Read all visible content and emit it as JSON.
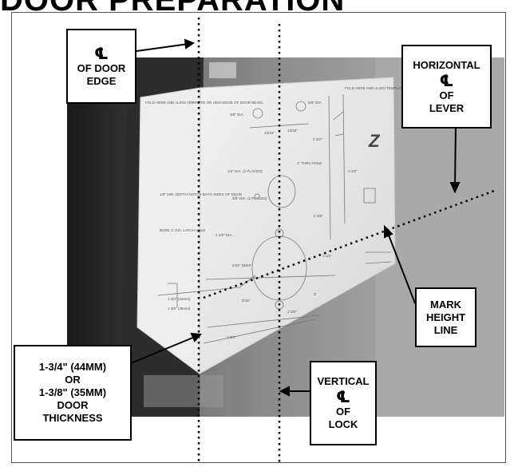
{
  "heading": "DOOR PREPARATION",
  "centerline_symbol": "℄",
  "callouts": {
    "door_edge": {
      "l2": "OF DOOR",
      "l3": "EDGE"
    },
    "horizontal_lever": {
      "l1": "HORIZONTAL",
      "l3": "OF",
      "l4": "LEVER"
    },
    "mark_height": {
      "l1": "MARK",
      "l2": "HEIGHT",
      "l3": "LINE"
    },
    "door_thickness": {
      "l1": "1-3/4\" (44MM)",
      "l2": "OR",
      "l3": "1-3/8\" (35MM)",
      "l4": "DOOR",
      "l5": "THICKNESS"
    },
    "vertical_lock": {
      "l1": "VERTICAL",
      "l3": "OF",
      "l4": "LOCK"
    }
  },
  "template_text": {
    "fold_left": "FOLD HERE AND ALIGN TEMPLATE ON HIGH EDGE OF DOOR BEVEL",
    "fold_right": "FOLD HERE AND ALIGN TEMPLATE ON HIGH EDGE OF DOOR BEVEL",
    "dia_38": "3/8\" DIA.",
    "dia_58": "5/8\" DIA.",
    "dim_1316a": "13/16\"",
    "dim_1316b": "13/16\"",
    "thru_hole": "1\" THRU HOLE",
    "dia_12": "1/2\" DIA. (2 PLACES)",
    "dia_38b": "3/8\" DIA. (2 PLACES)",
    "notch": "1/8\" MIN. DEPTH NOTCH BOTH SIDES OF DOOR",
    "bore": "BORE 1\" DIA. LATCH HOLE",
    "dia_218": "2 1/8\" DIA.",
    "deep": "5/32\" DEEP",
    "dim_234": "2 3/4\"",
    "dim_238": "2 3/8\"",
    "dim_134": "1 3/4\" (44mm)",
    "dim_138": "1 3/8\" (35mm)",
    "dim_316": "3/16\"",
    "dim_2": "2\"",
    "dim_2b": "2 3/8\"",
    "dim_234b": "2 3/4\"",
    "dim_1": "1 1/2\"",
    "dim_side": "3 1/2\"",
    "brand": "Z"
  }
}
